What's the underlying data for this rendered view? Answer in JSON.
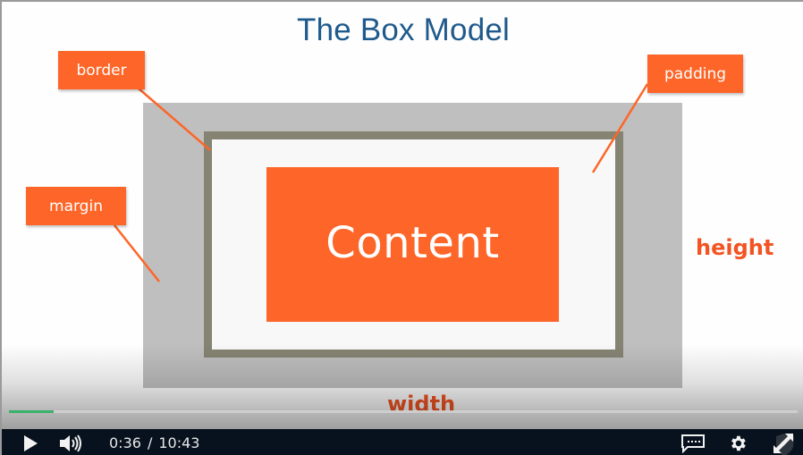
{
  "slide": {
    "title": "The Box Model",
    "content_label": "Content",
    "callouts": {
      "border": "border",
      "padding": "padding",
      "margin": "margin"
    },
    "dimensions": {
      "height": "height",
      "width": "width"
    },
    "colors": {
      "title": "#1f5a8c",
      "accent_orange": "#fd6628",
      "margin_fill": "#bfbfbf",
      "border_fill": "#858473",
      "padding_fill": "#f8f8f8",
      "dimension_text": "#f25423"
    }
  },
  "player": {
    "current_time": "0:36",
    "separator": "/",
    "duration": "10:43",
    "progress_percent": 5.7,
    "progress_color": "#3ab16a",
    "icons": {
      "play": "play-icon",
      "volume": "volume-icon",
      "captions": "captions-icon",
      "settings": "gear-icon",
      "fullscreen": "fullscreen-icon",
      "watermark": "shield-logo-icon"
    }
  }
}
